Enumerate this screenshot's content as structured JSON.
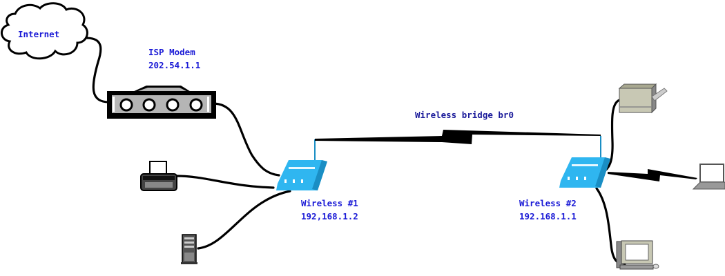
{
  "colors": {
    "label_text": "#1a1ad6",
    "bridge_label_text": "#1a1a9a",
    "router_body": "#2fb6f0",
    "router_dark": "#1a8ec4",
    "cable": "#000000",
    "device_gray": "#c8c8b4"
  },
  "nodes": {
    "internet": {
      "label": "Internet",
      "icon": "cloud-icon"
    },
    "isp_modem": {
      "name": "ISP Modem",
      "ip": "202.54.1.1",
      "icon": "modem-icon"
    },
    "wireless1": {
      "name": "Wireless #1",
      "ip": "192,168.1.2",
      "icon": "wireless-router-icon"
    },
    "wireless2": {
      "name": "Wireless #2",
      "ip": "192.168.1.1",
      "icon": "wireless-router-icon"
    },
    "fax": {
      "icon": "fax-machine-icon"
    },
    "server": {
      "icon": "tower-server-icon"
    },
    "printer": {
      "icon": "printer-icon"
    },
    "laptop": {
      "icon": "laptop-icon"
    },
    "desktop": {
      "icon": "desktop-computer-icon"
    }
  },
  "links": {
    "bridge": {
      "label": "Wireless bridge br0",
      "type": "wireless"
    }
  }
}
